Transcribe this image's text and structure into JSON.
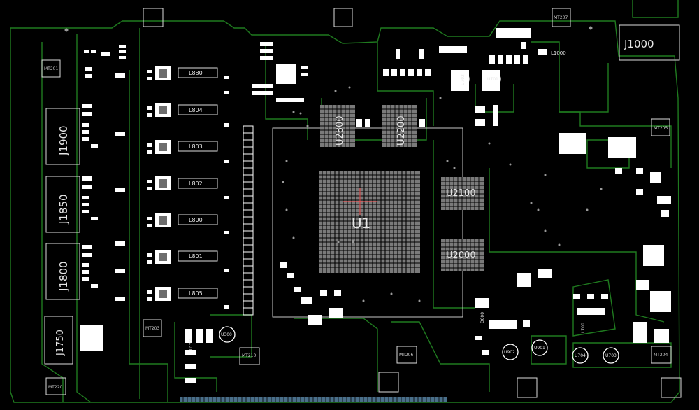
{
  "board": {
    "colors": {
      "background": "#000000",
      "trace": "#1f7a1f",
      "silk": "#e6e6e6",
      "pad": "#ffffff",
      "via": "#9a9a9a",
      "marker": "#ff4d4d"
    },
    "connectors": {
      "j1900": "J1900",
      "j1850": "J1850",
      "j1800": "J1800",
      "j1750": "J1750",
      "j1000": "J1000"
    },
    "chips": {
      "gpu": "U1",
      "u2800": "U2800",
      "u2200": "U2200",
      "u2100": "U2100",
      "u2000": "U2000"
    },
    "parts": {
      "l1000": "L1000",
      "u702": "U702",
      "u701": "U701",
      "u300": "U300",
      "u902": "U902",
      "u901": "U901",
      "u704": "U704",
      "u703": "U703",
      "d600": "D600",
      "l700": "L700",
      "u1700": "U1700"
    },
    "inductors": [
      "L880",
      "L804",
      "L803",
      "L802",
      "L800",
      "L801",
      "L805"
    ],
    "mounting_holes": {
      "mt201": "MT201",
      "mt207": "MT207",
      "mt205": "MT205",
      "mt203": "MT203",
      "mt210": "MT210",
      "mt206": "MT206",
      "mt204": "MT204",
      "mt220": "MT220"
    }
  }
}
